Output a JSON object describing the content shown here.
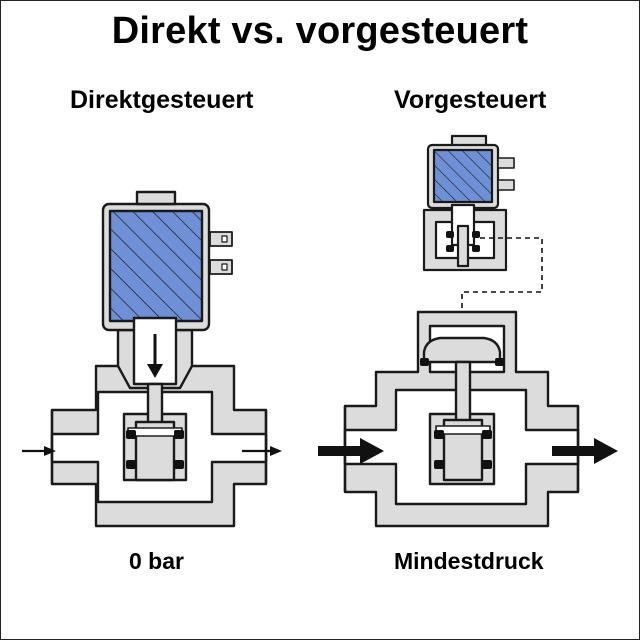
{
  "title": "Direkt vs. vorgesteuert",
  "left": {
    "heading": "Direktgesteuert",
    "caption": "0 bar"
  },
  "right": {
    "heading": "Vorgesteuert",
    "caption": "Mindestdruck"
  },
  "colors": {
    "body_fill": "#dcdcdc",
    "coil_fill": "#6f8fd6",
    "outline": "#1a1a1a",
    "seal": "#111111"
  }
}
